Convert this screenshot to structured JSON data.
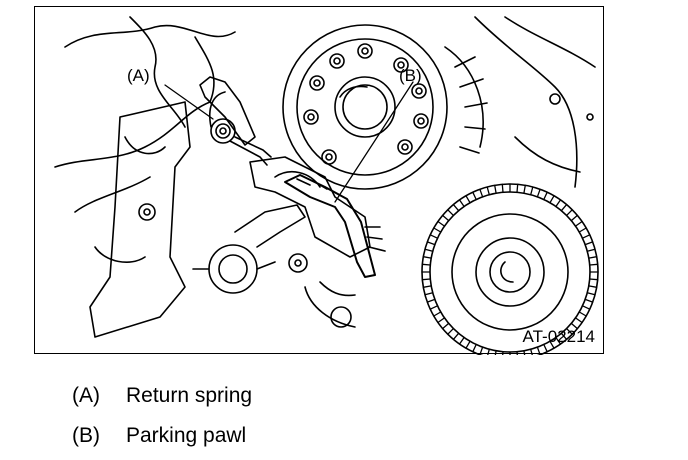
{
  "figure": {
    "callouts": [
      {
        "key": "(A)"
      },
      {
        "key": "(B)"
      }
    ],
    "drawing_code": "AT-02214"
  },
  "legend": [
    {
      "key": "(A)",
      "label": "Return spring"
    },
    {
      "key": "(B)",
      "label": "Parking pawl"
    }
  ]
}
